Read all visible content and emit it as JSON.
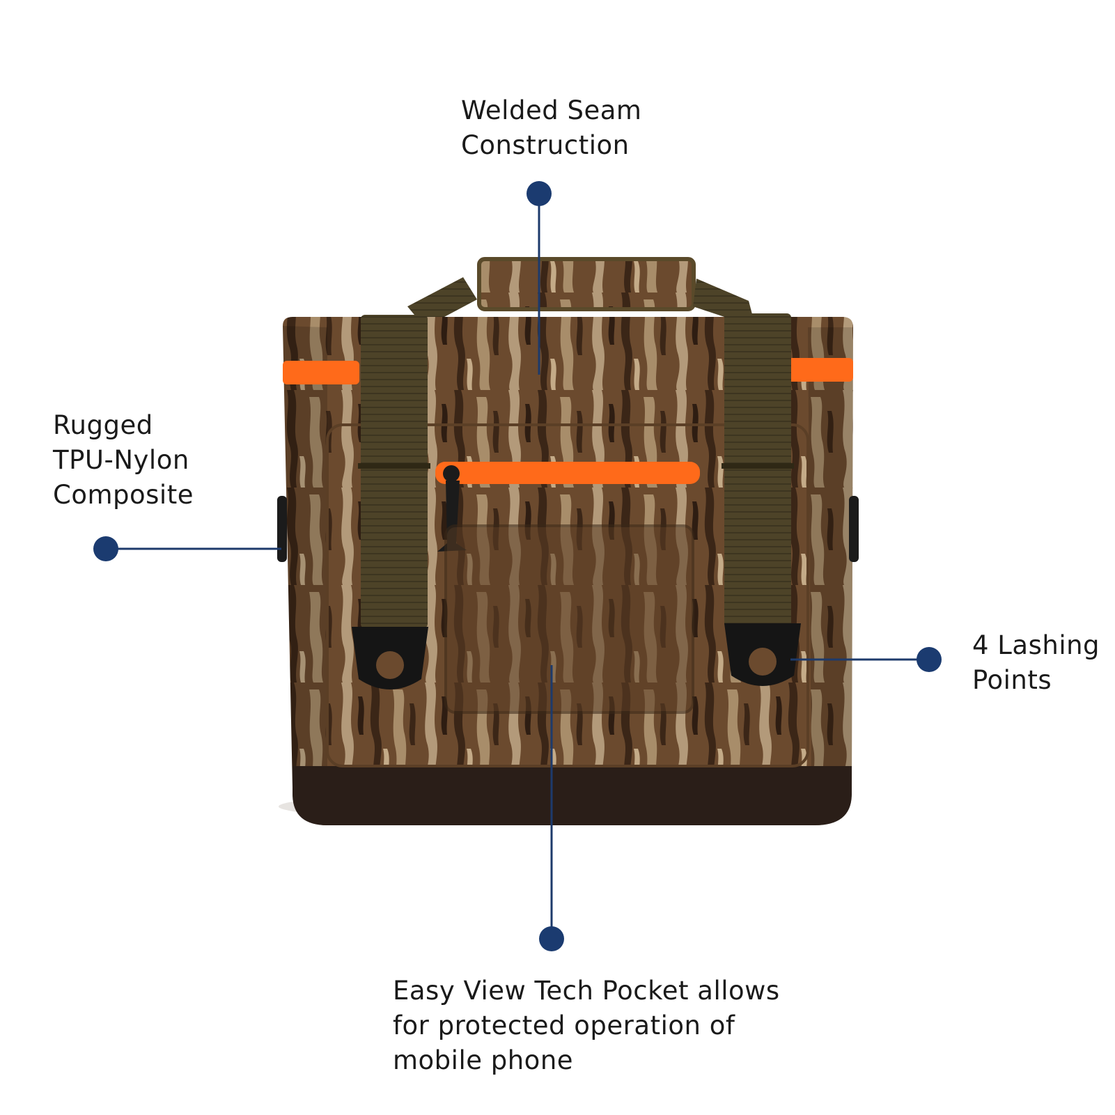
{
  "callouts": {
    "welded_seam": [
      "Welded Seam",
      "Construction"
    ],
    "rugged": [
      "Rugged",
      "TPU-Nylon",
      "Composite"
    ],
    "lashing": [
      "4 Lashing",
      "Points"
    ],
    "tech_pocket": [
      "Easy View Tech Pocket allows",
      "for protected operation of",
      "mobile phone"
    ]
  },
  "colors": {
    "accent_navy": "#1b3b70",
    "zipper_orange": "#ff6a1a",
    "camo_base": "#6e4a2c",
    "strap_olive": "#4d4328"
  }
}
